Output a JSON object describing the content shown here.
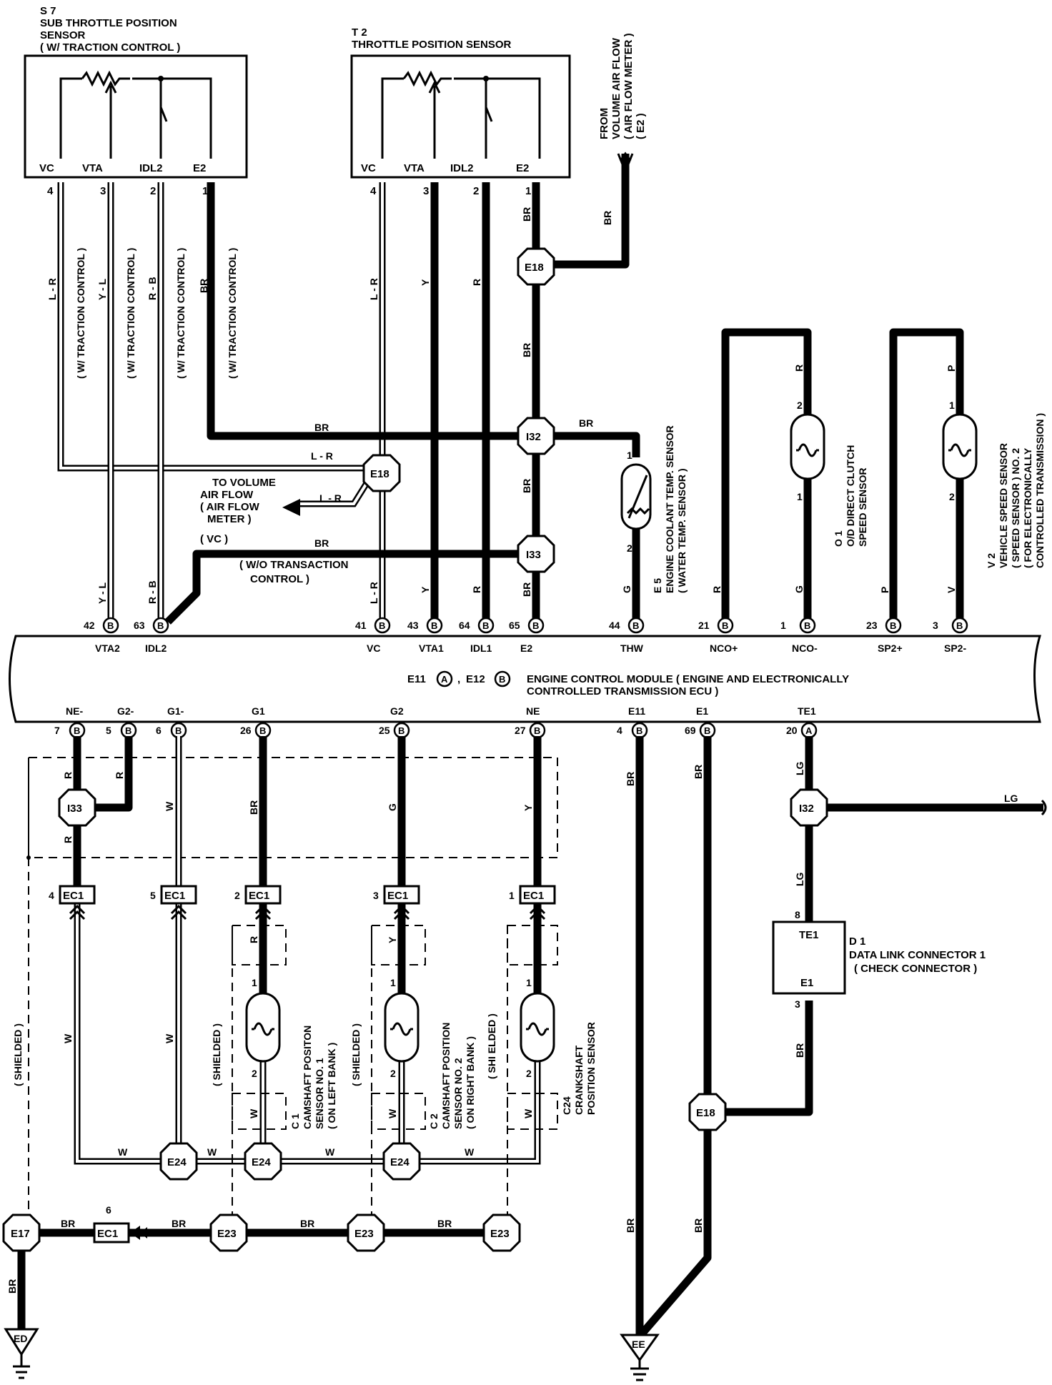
{
  "s7": {
    "line1": "S 7",
    "line2": "SUB THROTTLE POSITION",
    "line3": "SENSOR",
    "line4": "( W/ TRACTION   CONTROL )",
    "pins": [
      "VC",
      "VTA",
      "IDL2",
      "E2"
    ],
    "pin_nums": [
      "4",
      "3",
      "2",
      "1"
    ]
  },
  "t2": {
    "line1": "T 2",
    "line2": "THROTTLE POSITION SENSOR",
    "pins": [
      "VC",
      "VTA",
      "IDL2",
      "E2"
    ],
    "pin_nums": [
      "4",
      "3",
      "2",
      "1"
    ]
  },
  "afm_from": {
    "line1": "FROM",
    "line2": "VOLUME AIR FLOW",
    "line3": "( AIR FLOW METER )",
    "line4": "( E2 )"
  },
  "afm_to": {
    "line1": "TO  VOLUME",
    "line2": "AIR FLOW",
    "line3": "( AIR FLOW",
    "line4": "METER )",
    "line5": "( VC )"
  },
  "traction_label": "( W/ TRACTION CONTROL )",
  "wo_traction": {
    "line1": "( W/O TRANSACTION",
    "line2": "CONTROL )"
  },
  "colors": {
    "lr": "L - R",
    "yl": "Y - L",
    "rb": "R - B",
    "br": "BR",
    "y": "Y",
    "r": "R",
    "g": "G",
    "p": "P",
    "v": "V",
    "w": "W",
    "lg": "LG"
  },
  "connectors": {
    "e18": "E18",
    "i32": "I32",
    "i33": "I33",
    "e24": "E24",
    "e23": "E23",
    "e17": "E17",
    "ec1": "EC1"
  },
  "grounds": {
    "ed": "ED",
    "ee": "EE"
  },
  "e5": {
    "line1": "E 5",
    "line2": "ENGINE COOLANT TEMP. SENSOR",
    "line3": "( WATER TEMP. SENSOR )",
    "pin1": "1",
    "pin2": "2"
  },
  "o1": {
    "line1": "O 1",
    "line2": "O/D DIRECT CLUTCH",
    "line3": "SPEED SENSOR",
    "pin1": "2",
    "pin2": "1"
  },
  "v2": {
    "line1": "V 2",
    "line2": "VEHICLE SPEED SENSOR",
    "line3": "( SPEED SENSOR ) NO. 2",
    "line4": "( FOR ELECTRONICALLY",
    "line5": "CONTROLLED TRANSMISSION )",
    "pin1": "1",
    "pin2": "2"
  },
  "ecm": {
    "e11": "E11",
    "e12": "E12",
    "a": "A",
    "b": "B",
    "line1": "ENGINE CONTROL MODULE ( ENGINE AND ELECTRONICALLY",
    "line2": "CONTROLLED TRANSMISSION ECU )"
  },
  "ecm_top_pins": [
    {
      "num": "42",
      "name": "VTA2",
      "conn": "B"
    },
    {
      "num": "63",
      "name": "IDL2",
      "conn": "B"
    },
    {
      "num": "41",
      "name": "VC",
      "conn": "B"
    },
    {
      "num": "43",
      "name": "VTA1",
      "conn": "B"
    },
    {
      "num": "64",
      "name": "IDL1",
      "conn": "B"
    },
    {
      "num": "65",
      "name": "E2",
      "conn": "B"
    },
    {
      "num": "44",
      "name": "THW",
      "conn": "B"
    },
    {
      "num": "21",
      "name": "NCO+",
      "conn": "B"
    },
    {
      "num": "1",
      "name": "NCO-",
      "conn": "B"
    },
    {
      "num": "23",
      "name": "SP2+",
      "conn": "B"
    },
    {
      "num": "3",
      "name": "SP2-",
      "conn": "B"
    }
  ],
  "ecm_bottom_pins": [
    {
      "num": "7",
      "name": "NE-",
      "conn": "B"
    },
    {
      "num": "5",
      "name": "G2-",
      "conn": "B"
    },
    {
      "num": "6",
      "name": "G1-",
      "conn": "B"
    },
    {
      "num": "26",
      "name": "G1",
      "conn": "B"
    },
    {
      "num": "25",
      "name": "G2",
      "conn": "B"
    },
    {
      "num": "27",
      "name": "NE",
      "conn": "B"
    },
    {
      "num": "4",
      "name": "E11",
      "conn": "B"
    },
    {
      "num": "69",
      "name": "E1",
      "conn": "B"
    },
    {
      "num": "20",
      "name": "TE1",
      "conn": "A"
    }
  ],
  "ec1_pins": [
    "4",
    "5",
    "2",
    "3",
    "1",
    "6"
  ],
  "c1": {
    "line1": "C 1",
    "line2": "CAMSHAFT POSITON",
    "line3": "SENSOR NO. 1",
    "line4": "( ON LEFT BANK )",
    "pin1": "1",
    "pin2": "2"
  },
  "c2": {
    "line1": "C 2",
    "line2": "CAMSHAFT POSITION",
    "line3": "SENSOR NO. 2",
    "line4": "( ON RIGHT BANK )",
    "pin1": "1",
    "pin2": "2"
  },
  "c24": {
    "line1": "C24",
    "line2": "CRANKSHAFT",
    "line3": "POSITION SENSOR",
    "pin1": "1",
    "pin2": "2"
  },
  "shielded": "( SHIELDED )",
  "shielded_alt": "( SHI ELDED )",
  "d1": {
    "line1": "D 1",
    "line2": "DATA LINK CONNECTOR 1",
    "line3": "( CHECK CONNECTOR )",
    "te1": "TE1",
    "e1": "E1",
    "pin_top": "8",
    "pin_bot": "3"
  }
}
